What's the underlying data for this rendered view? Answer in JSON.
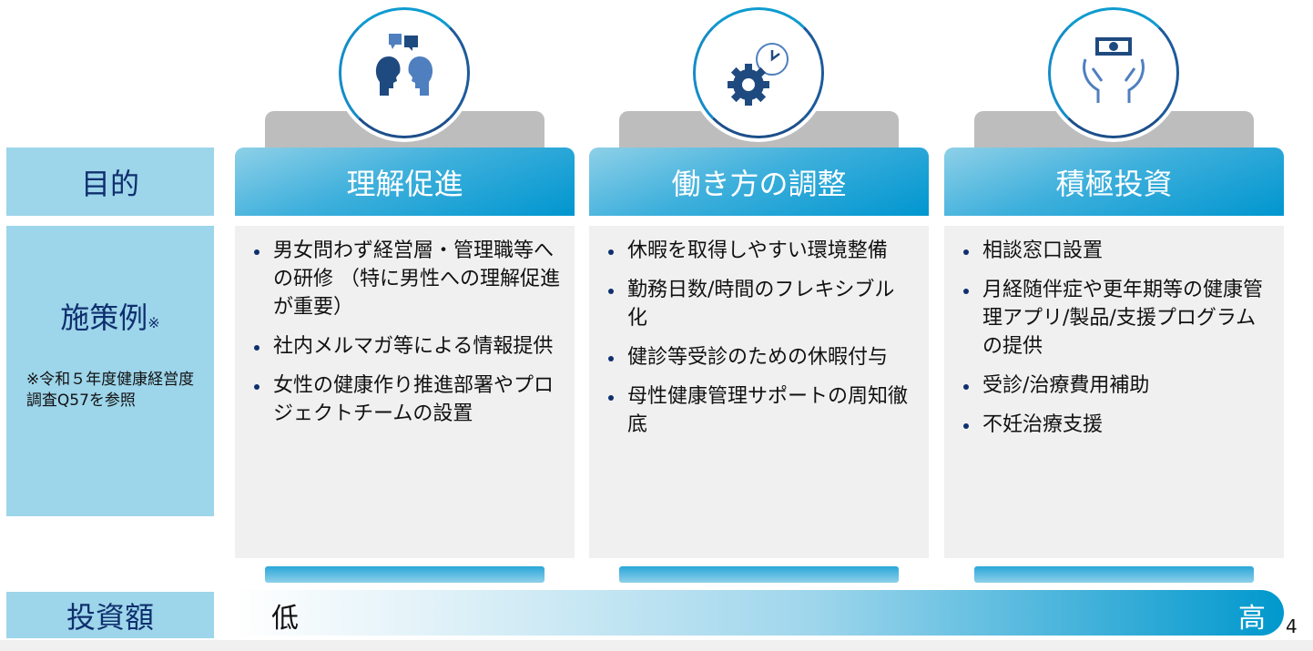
{
  "labels": {
    "purpose": "目的",
    "measures": "施策例",
    "measures_mark": "※",
    "note": "※令和５年度健康経営度\n調査Q57を参照",
    "investment": "投資額"
  },
  "columns": [
    {
      "title": "理解促進",
      "icon": "conversation-icon",
      "items": [
        "男女問わず経営層・管理職等への研修 （特に男性への理解促進が重要）",
        "社内メルマガ等による情報提供",
        "女性の健康作り推進部署やプロジェクトチームの設置"
      ]
    },
    {
      "title": "働き方の調整",
      "icon": "gear-clock-icon",
      "items": [
        "休暇を取得しやすい環境整備",
        "勤務日数/時間のフレキシブル化",
        "健診等受診のための休暇付与",
        "母性健康管理サポートの周知徹底"
      ]
    },
    {
      "title": "積極投資",
      "icon": "hands-money-icon",
      "items": [
        "相談窓口設置",
        "月経随伴症や更年期等の健康管理アプリ/製品/支援プログラムの提供",
        "受診/治療費用補助",
        "不妊治療支援"
      ]
    }
  ],
  "scale": {
    "low": "低",
    "high": "高"
  },
  "page_number": "4",
  "colors": {
    "accent": "#0096cf",
    "label_bg": "#9dd5ea",
    "label_text": "#0f2f6e"
  }
}
